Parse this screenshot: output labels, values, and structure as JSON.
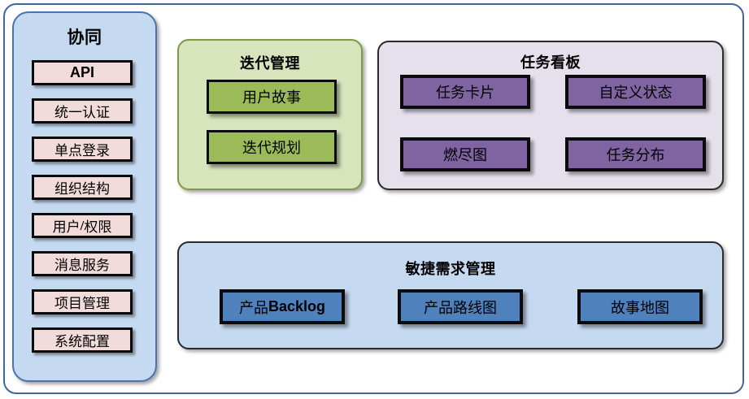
{
  "diagram": {
    "title_hidden": "",
    "colors": {
      "frame_border": "#42659a",
      "sidebar_fill": "#c5d9f1",
      "sidebar_border": "#4a74ab",
      "sidebar_item_fill": "#f2dcdb",
      "iteration_fill": "#d7e4bc",
      "iteration_border": "#7e9a48",
      "iteration_item_fill": "#9bbb59",
      "taskboard_fill": "#e5e0ec",
      "taskboard_item_fill": "#8064a2",
      "agile_fill": "#c5d9f1",
      "agile_item_fill": "#4f81bd",
      "box_outline": "#0b0b0b"
    }
  },
  "sidebar": {
    "title": "协同",
    "items": [
      {
        "label": "API",
        "style": "bold-latin"
      },
      {
        "label": "统一认证",
        "style": "cjk"
      },
      {
        "label": "单点登录",
        "style": "cjk"
      },
      {
        "label": "组织结构",
        "style": "cjk"
      },
      {
        "label": "用户/权限",
        "style": "cjk"
      },
      {
        "label": "消息服务",
        "style": "cjk"
      },
      {
        "label": "项目管理",
        "style": "cjk"
      },
      {
        "label": "系统配置",
        "style": "cjk"
      }
    ]
  },
  "iteration": {
    "title": "迭代管理",
    "items": [
      {
        "label": "用户故事"
      },
      {
        "label": "迭代规划"
      }
    ]
  },
  "taskboard": {
    "title": "任务看板",
    "items": [
      {
        "label": "任务卡片"
      },
      {
        "label": "自定义状态"
      },
      {
        "label": "燃尽图"
      },
      {
        "label": "任务分布"
      }
    ]
  },
  "agile": {
    "title": "敏捷需求管理",
    "items": [
      {
        "label": "产品Backlog"
      },
      {
        "label": "产品路线图"
      },
      {
        "label": "故事地图"
      }
    ]
  }
}
